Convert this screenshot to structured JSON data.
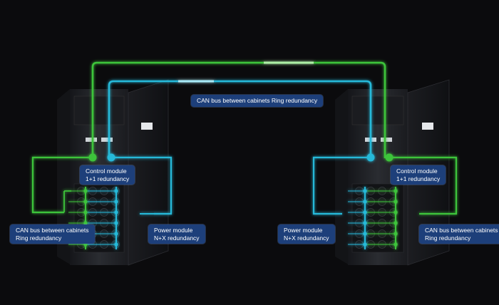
{
  "colors": {
    "green": "#3ec43a",
    "cyan": "#25b9d9",
    "label_bg": "#1d3f7a",
    "cabinet": "#222428",
    "background": "#0b0b0d"
  },
  "labels": {
    "top_bus": "CAN bus between cabinets Ring redundancy",
    "left_control_line1": "Control module",
    "left_control_line2": "1+1 redundancy",
    "left_can_line1": "CAN bus between cabinets",
    "left_can_line2": "Ring redundancy",
    "left_power_line1": "Power module",
    "left_power_line2": "N+X redundancy",
    "right_control_line1": "Control module",
    "right_control_line2": "1+1 redundancy",
    "right_power_line1": "Power module",
    "right_power_line2": "N+X redundancy",
    "right_can_line1": "CAN bus between cabinets",
    "right_can_line2": "Ring redundancy"
  }
}
